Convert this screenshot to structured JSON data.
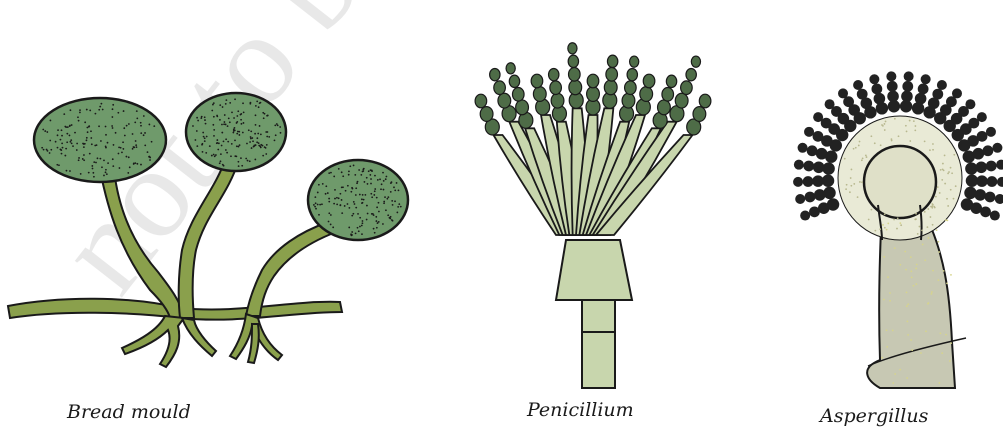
{
  "figure": {
    "watermark": "not to be",
    "panels": [
      {
        "id": "bread-mould",
        "caption": "Bread mould"
      },
      {
        "id": "penicillium",
        "caption": "Penicillium"
      },
      {
        "id": "aspergillus",
        "caption": "Aspergillus"
      }
    ],
    "colors": {
      "hypha_fill": "#8aa04c",
      "sporangium_fill": "#6f9a6b",
      "penicillium_fill": "#c8d6ad",
      "penicillium_spore": "#4e6c47",
      "aspergillus_stalk": "#c7c8b3",
      "aspergillus_head": "#e9ead6",
      "aspergillus_spore": "#222222",
      "outline": "#1a1a1a",
      "watermark": "#d7d7d7"
    }
  }
}
